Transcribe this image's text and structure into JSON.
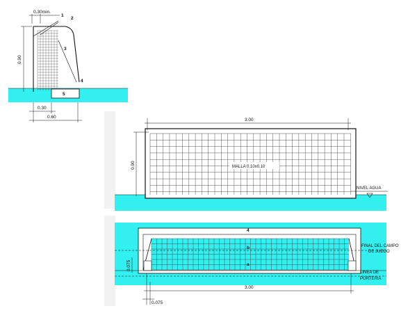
{
  "side_view": {
    "dim_top": "0.30min.",
    "dim_height": "0.90",
    "dim_base_inner": "0.30",
    "dim_base_outer": "0.60",
    "callouts": [
      "1",
      "2",
      "3",
      "4",
      "5"
    ]
  },
  "front_view": {
    "dim_width": "3.00",
    "dim_height": "0.90",
    "net_label": "MALLA 0.10x0.10",
    "water_label": "NIVEL AGUA"
  },
  "plan_view": {
    "callout_top": "4",
    "label_b": "b",
    "label_a": "a",
    "final_label_line1": "FINAL DEL CAMPO",
    "final_label_line2": "DE JUEGO",
    "goal_line_line1": "LINEA DE",
    "goal_line_line2": "PORTERIA",
    "dim_width": "3.00",
    "dim_offset_v": "0.075",
    "dim_offset_h": "0.075"
  },
  "colors": {
    "water": "#33f0f0",
    "net": "#444444",
    "plan_net_fill": "#33f0f0",
    "line": "#111111"
  }
}
